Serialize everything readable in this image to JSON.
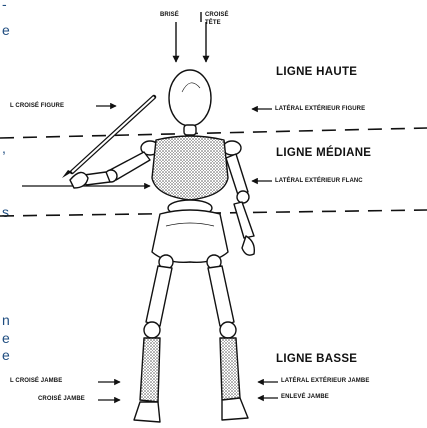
{
  "top_labels": {
    "brise": "BRISÉ",
    "croise_tete_1": "CROISÉ",
    "croise_tete_2": "TÊTE"
  },
  "lines": {
    "haute": "LIGNE HAUTE",
    "mediane": "LIGNE MÉDIANE",
    "basse": "LIGNE BASSE"
  },
  "left_labels": {
    "croise_figure": "L CROISÉ FIGURE",
    "croise_jambe": "L CROISÉ JAMBE",
    "croise_jambe2": "CROISÉ JAMBE"
  },
  "right_labels": {
    "lateral_figure": "LATÉRAL EXTÉRIEUR FIGURE",
    "lateral_flanc": "LATÉRAL EXTÉRIEUR FLANC",
    "lateral_jambe": "LATÉRAL EXTÉRIEUR JAMBE",
    "enleve_jambe": "ENLEVÉ JAMBE"
  },
  "edge_text": [
    "-",
    "e",
    ",",
    "s",
    "n",
    "e",
    "e"
  ],
  "colors": {
    "ink": "#111111",
    "edge_text": "#1f4d80",
    "hatch": "#555555"
  }
}
